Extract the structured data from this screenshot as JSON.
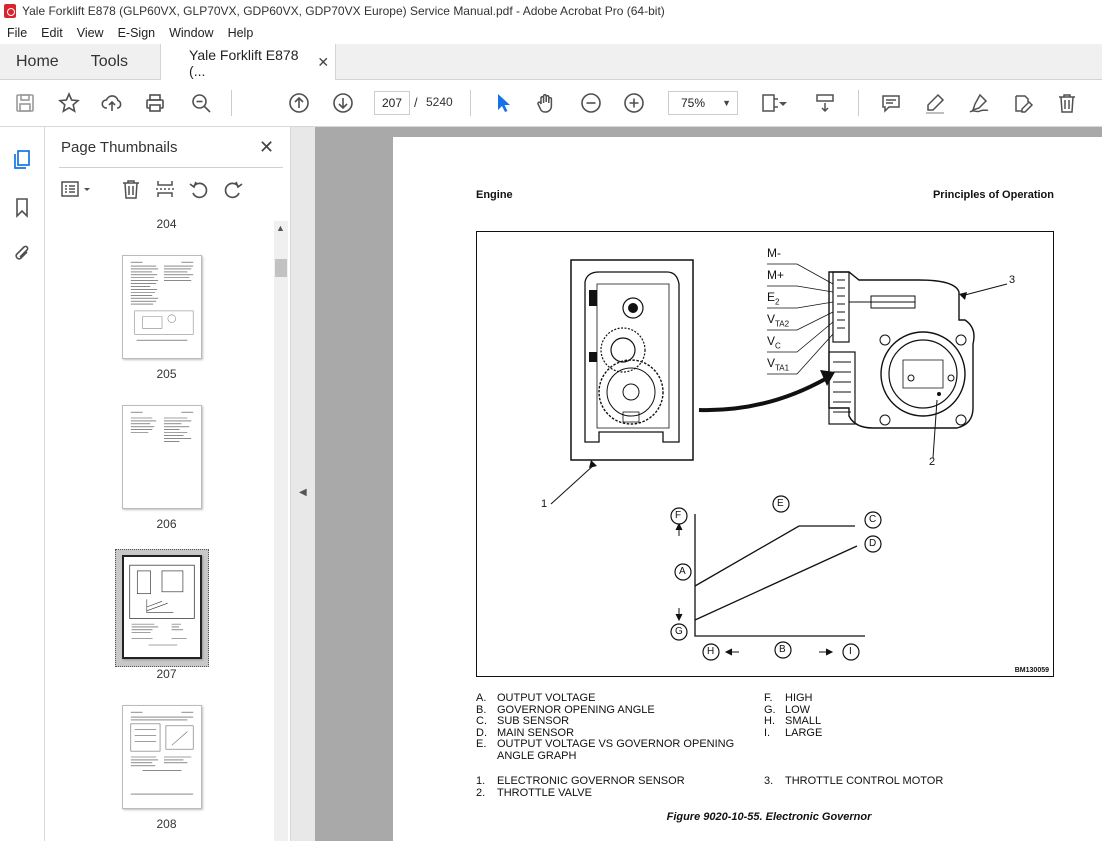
{
  "window": {
    "title": "Yale Forklift E878 (GLP60VX, GLP70VX, GDP60VX, GDP70VX Europe) Service Manual.pdf - Adobe Acrobat Pro (64-bit)"
  },
  "menu": [
    "File",
    "Edit",
    "View",
    "E-Sign",
    "Window",
    "Help"
  ],
  "tabs": {
    "home": "Home",
    "tools": "Tools",
    "document": "Yale Forklift E878 (...",
    "close_glyph": "✕"
  },
  "toolbar": {
    "current_page": "207",
    "separator": "/",
    "total_pages": "5240",
    "zoom": "75%"
  },
  "panel": {
    "title": "Page Thumbnails",
    "close_glyph": "✕",
    "thumbnails": [
      {
        "label": "204"
      },
      {
        "label": "205"
      },
      {
        "label": "206"
      },
      {
        "label": "207",
        "selected": true
      },
      {
        "label": "208"
      }
    ]
  },
  "document_page": {
    "header_left": "Engine",
    "header_right": "Principles of Operation",
    "figure_id": "BM130059",
    "connector_labels": [
      "M-",
      "M+",
      "E",
      "V",
      "V",
      "V"
    ],
    "connector_subs": [
      "",
      "",
      "2",
      "TA2",
      "C",
      "TA1"
    ],
    "callouts": [
      "1",
      "2",
      "3"
    ],
    "graph_letters": {
      "A": "A",
      "B": "B",
      "C": "C",
      "D": "D",
      "E": "E",
      "F": "F",
      "G": "G",
      "H": "H",
      "I": "I"
    },
    "legend_letters": [
      {
        "key": "A.",
        "text": "OUTPUT VOLTAGE"
      },
      {
        "key": "B.",
        "text": "GOVERNOR OPENING ANGLE"
      },
      {
        "key": "C.",
        "text": "SUB SENSOR"
      },
      {
        "key": "D.",
        "text": "MAIN SENSOR"
      },
      {
        "key": "E.",
        "text": "OUTPUT VOLTAGE VS GOVERNOR OPENING"
      },
      {
        "key": "",
        "text": "ANGLE GRAPH"
      }
    ],
    "legend_letters_right": [
      {
        "key": "F.",
        "text": "HIGH"
      },
      {
        "key": "G.",
        "text": "LOW"
      },
      {
        "key": "H.",
        "text": "SMALL"
      },
      {
        "key": "I.",
        "text": "LARGE"
      }
    ],
    "legend_numbers": [
      {
        "key": "1.",
        "text": "ELECTRONIC GOVERNOR SENSOR"
      },
      {
        "key": "2.",
        "text": "THROTTLE VALVE"
      }
    ],
    "legend_numbers_right": [
      {
        "key": "3.",
        "text": "THROTTLE CONTROL MOTOR"
      }
    ],
    "caption": "Figure 9020-10-55. Electronic Governor"
  },
  "colors": {
    "accent_blue": "#1473e6",
    "viewer_bg": "#a9a9a9",
    "icon_gray": "#505050"
  }
}
